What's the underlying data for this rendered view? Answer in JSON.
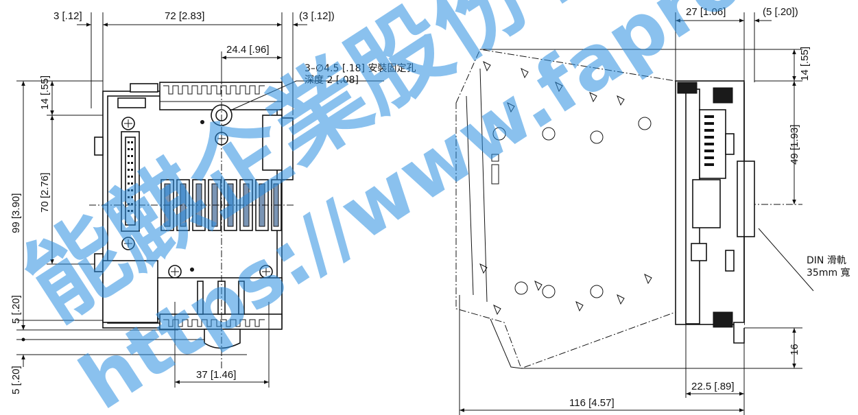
{
  "front_view": {
    "dims": {
      "left_margin": "3 [.12]",
      "width_total": "72 [2.83]",
      "right_margin": "(3 [.12])",
      "hole_offset": "24.4 [.96]",
      "top_offset": "14 [.55]",
      "hole_pitch": "70 [2.76]",
      "height_total": "99 [3.90]",
      "bottom_a": "5 [.20]",
      "bottom_b": "5 [.20]",
      "bottom_width": "37 [1.46]"
    },
    "hole_note_line1": "3–∅4.5 [.18] 安裝固定孔",
    "hole_note_line2": "深度 2 [.08]"
  },
  "side_view": {
    "dims": {
      "rail_depth": "27 [1.06]",
      "rail_margin": "(5 [.20])",
      "top_offset": "14 [.55]",
      "center_height": "49 [1.93]",
      "bottom_height": "16",
      "rail_offset": "22.5 [.89]",
      "depth_total": "116 [4.57]"
    },
    "din_label_line1": "DIN 滑軌",
    "din_label_line2": "35mm 寬"
  },
  "watermark": {
    "company": "能麒企業股份有限公司",
    "url": "https://www.fapro.com.tw"
  }
}
